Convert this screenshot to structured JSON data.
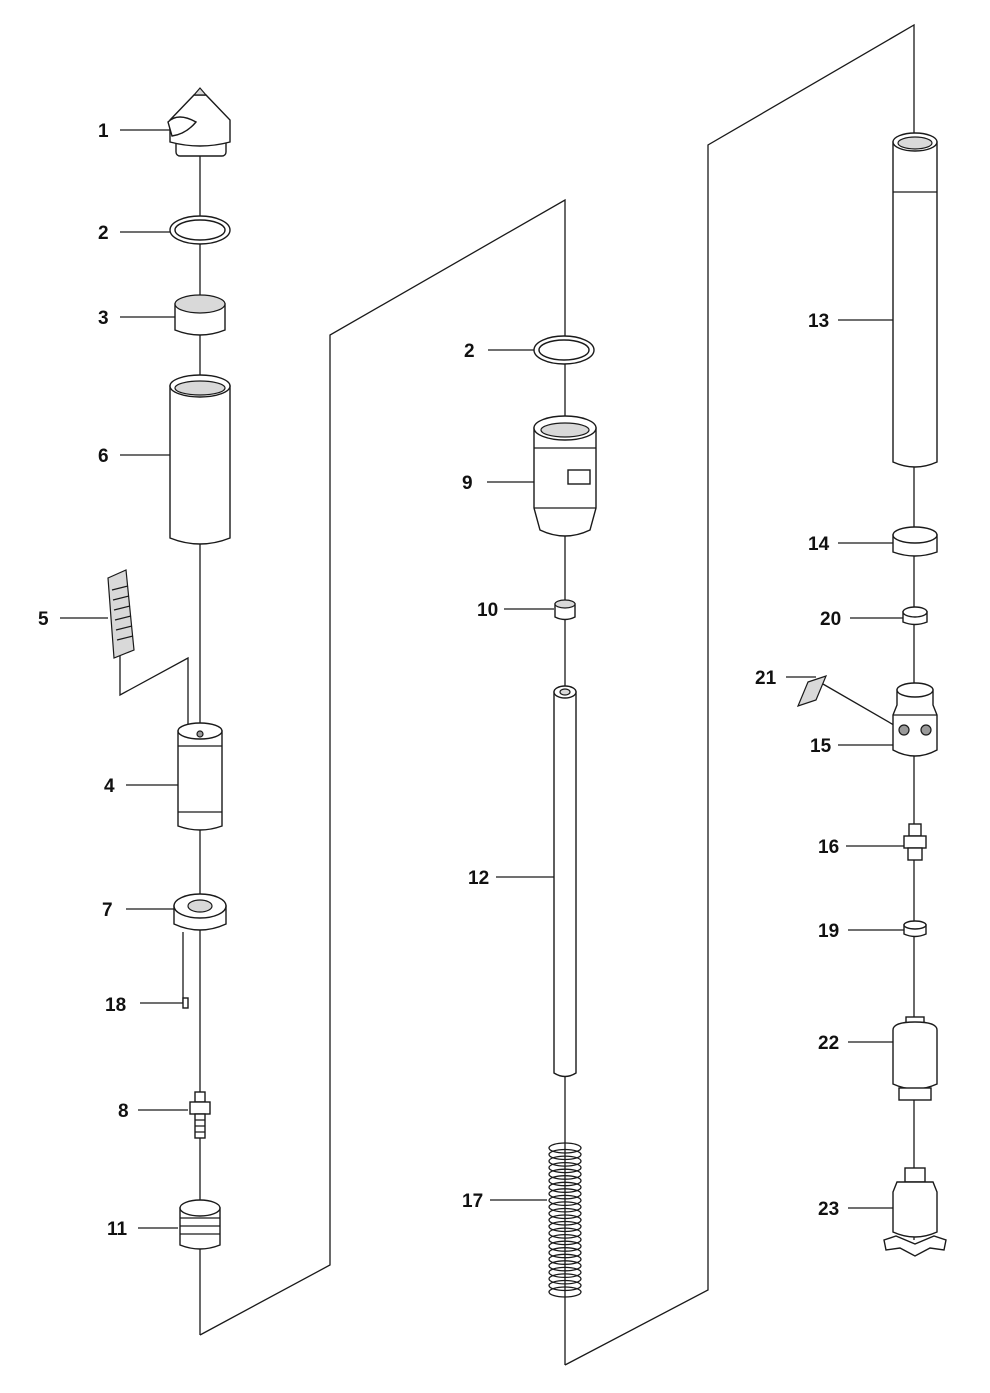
{
  "diagram": {
    "type": "exploded-parts-view",
    "callouts": [
      {
        "id": "c1",
        "number": "1"
      },
      {
        "id": "c2a",
        "number": "2"
      },
      {
        "id": "c3",
        "number": "3"
      },
      {
        "id": "c6",
        "number": "6"
      },
      {
        "id": "c5",
        "number": "5"
      },
      {
        "id": "c4",
        "number": "4"
      },
      {
        "id": "c7",
        "number": "7"
      },
      {
        "id": "c18",
        "number": "18"
      },
      {
        "id": "c8",
        "number": "8"
      },
      {
        "id": "c11",
        "number": "11"
      },
      {
        "id": "c2b",
        "number": "2"
      },
      {
        "id": "c9",
        "number": "9"
      },
      {
        "id": "c10",
        "number": "10"
      },
      {
        "id": "c12",
        "number": "12"
      },
      {
        "id": "c17",
        "number": "17"
      },
      {
        "id": "c13",
        "number": "13"
      },
      {
        "id": "c14",
        "number": "14"
      },
      {
        "id": "c20",
        "number": "20"
      },
      {
        "id": "c21",
        "number": "21"
      },
      {
        "id": "c15",
        "number": "15"
      },
      {
        "id": "c16",
        "number": "16"
      },
      {
        "id": "c19",
        "number": "19"
      },
      {
        "id": "c22",
        "number": "22"
      },
      {
        "id": "c23",
        "number": "23"
      }
    ]
  }
}
